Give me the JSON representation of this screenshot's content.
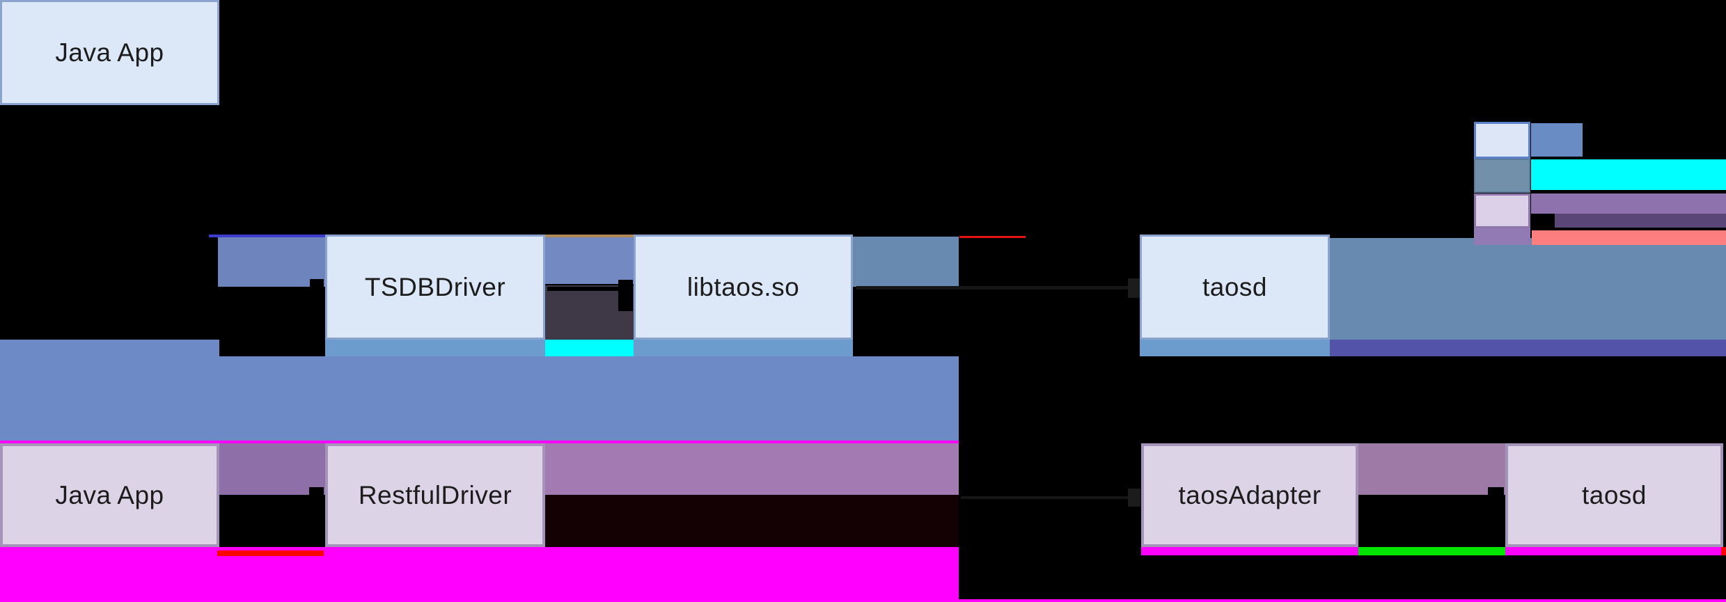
{
  "diagram": {
    "background": "#000000",
    "nodes": {
      "java_app_jni": {
        "label": "Java App"
      },
      "tsdb_driver": {
        "label": "TSDBDriver"
      },
      "libtaos": {
        "label": "libtaos.so"
      },
      "taosd_jni": {
        "label": "taosd"
      },
      "java_app_rest": {
        "label": "Java App"
      },
      "restful_driver": {
        "label": "RestfulDriver"
      },
      "taos_adapter": {
        "label": "taosAdapter"
      },
      "taosd_rest": {
        "label": "taosd"
      }
    },
    "legend": {
      "swatches": [
        {
          "name": "light-blue-box",
          "fill": "#dce6f6",
          "border": "#5a81c8"
        },
        {
          "name": "slate-blue-box",
          "fill": "#7390ab",
          "border": "#5d7c9c"
        },
        {
          "name": "lavender-box",
          "fill": "#dcd0e8",
          "border": "#8d75a8"
        },
        {
          "name": "purple-box",
          "fill": "#927ab4",
          "border": "#927ab4"
        }
      ],
      "highlight_bands": [
        {
          "name": "blue-band",
          "color": "#6a8cc4"
        },
        {
          "name": "cyan-band",
          "color": "#00ffff"
        },
        {
          "name": "purple-band",
          "color": "#8d72ad"
        },
        {
          "name": "dark-purple-band",
          "color": "#5a4677"
        },
        {
          "name": "salmon-band",
          "color": "#fc7e7e"
        }
      ]
    },
    "palette": {
      "node_fill_blue": "#dce8f8",
      "node_border_blue": "#8ba3cf",
      "node_fill_lavender": "#ddd3e7",
      "node_border_lavender": "#a494ba",
      "band_blue": "#6d89c6",
      "strip_light_blue": "#6c9bcd",
      "region_slate": "#6889b0",
      "strip_indigo": "#5353a9",
      "strip_cyan": "#00ffff",
      "block_dark_gray": "#3f3947",
      "gap_purple": "#8e6fa7",
      "band_purple": "#a37ab1",
      "band_magenta": "#ff00ff",
      "strip_red": "#fb0500",
      "strip_green": "#00e400",
      "line_red": "#e51212",
      "line_blue": "#3d3dcd",
      "line_tan": "#b08a55",
      "arrow_black": "#000000"
    }
  }
}
